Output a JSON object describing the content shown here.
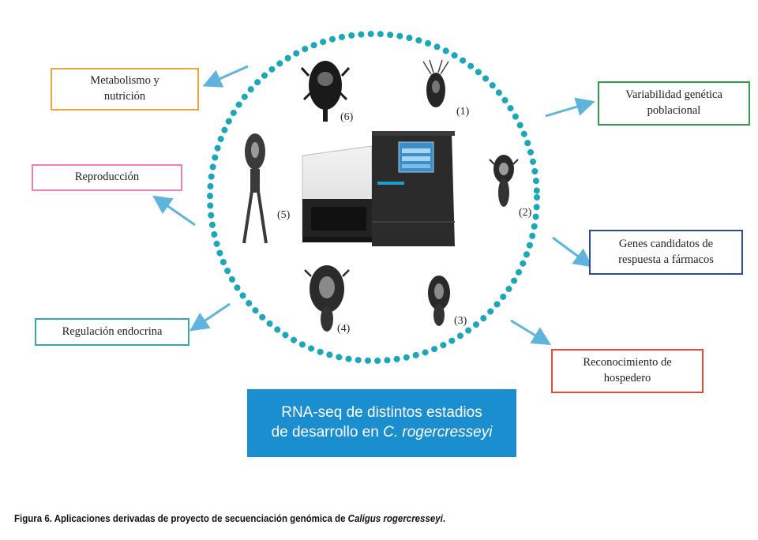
{
  "colors": {
    "circle_dots": "#1ba7b8",
    "arrows": "#5eb4dc",
    "banner_bg": "#1b8ed0",
    "metabolism_border": "#f2a33a",
    "reproduction_border": "#ec7fb4",
    "endocrine_border": "#3aa7a7",
    "variability_border": "#2f9e4a",
    "drug_genes_border": "#2a4e8f",
    "host_border": "#e04a3a"
  },
  "boxes": {
    "metabolism": "Metabolismo y\nnutrición",
    "reproduction": "Reproducción",
    "endocrine": "Regulación endocrina",
    "variability": "Variabilidad genética\npoblacional",
    "drug_genes": "Genes candidatos de\nrespuesta a fármacos",
    "host": "Reconocimiento de\nhospedero"
  },
  "stages": {
    "s1": "(1)",
    "s2": "(2)",
    "s3": "(3)",
    "s4": "(4)",
    "s5": "(5)",
    "s6": "(6)"
  },
  "icons": {
    "center": "sequencer-machine-icon",
    "stages": "sea-louse-larva-icon"
  },
  "banner": {
    "line1": "RNA-seq de distintos estadios",
    "line2_prefix": "de desarrollo en ",
    "line2_species": "C. rogercresseyi"
  },
  "caption": {
    "prefix": "Figura 6. Aplicaciones derivadas de proyecto de secuenciación genómica de ",
    "species": "Caligus rogercresseyi",
    "suffix": "."
  }
}
